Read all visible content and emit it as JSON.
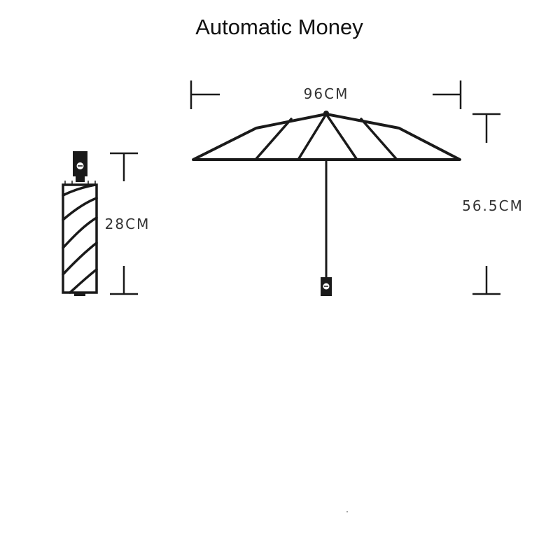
{
  "title": "Automatic Money",
  "dimensions": {
    "open_width": "96CM",
    "open_height": "56.5CM",
    "folded_length": "28CM"
  },
  "colors": {
    "ink": "#1a1a1a",
    "label": "#333333",
    "background": "#ffffff"
  },
  "icons": {
    "handle_logo": "circle-minus-logo"
  }
}
